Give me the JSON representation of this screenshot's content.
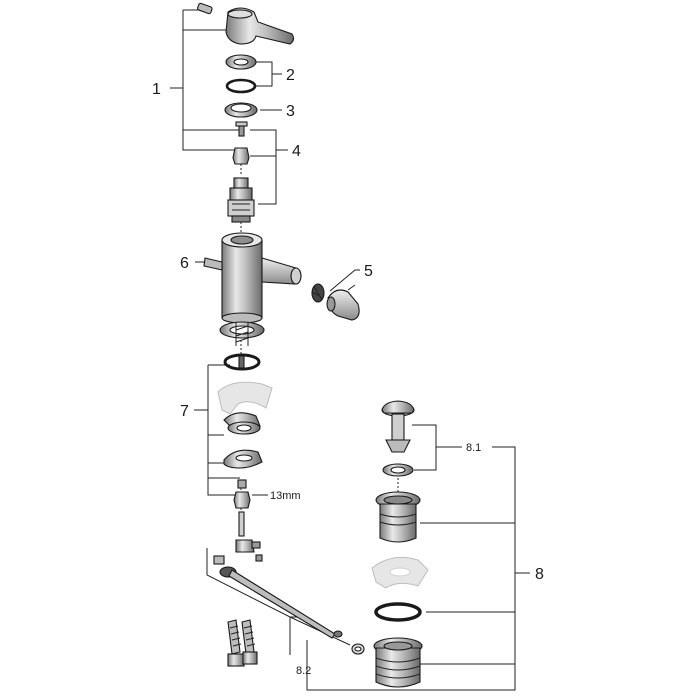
{
  "labels": {
    "p1": "1",
    "p2": "2",
    "p3": "3",
    "p4": "4",
    "p5": "5",
    "p6": "6",
    "p7": "7",
    "p8": "8",
    "p81": "8.1",
    "p82": "8.2",
    "wrench": "13mm"
  },
  "colors": {
    "line": "#1a1a1a",
    "metal_light": "#d9d9d9",
    "metal_mid": "#a8a8a8",
    "metal_dark": "#6e6e6e",
    "ghost": "#e3e3e3"
  }
}
